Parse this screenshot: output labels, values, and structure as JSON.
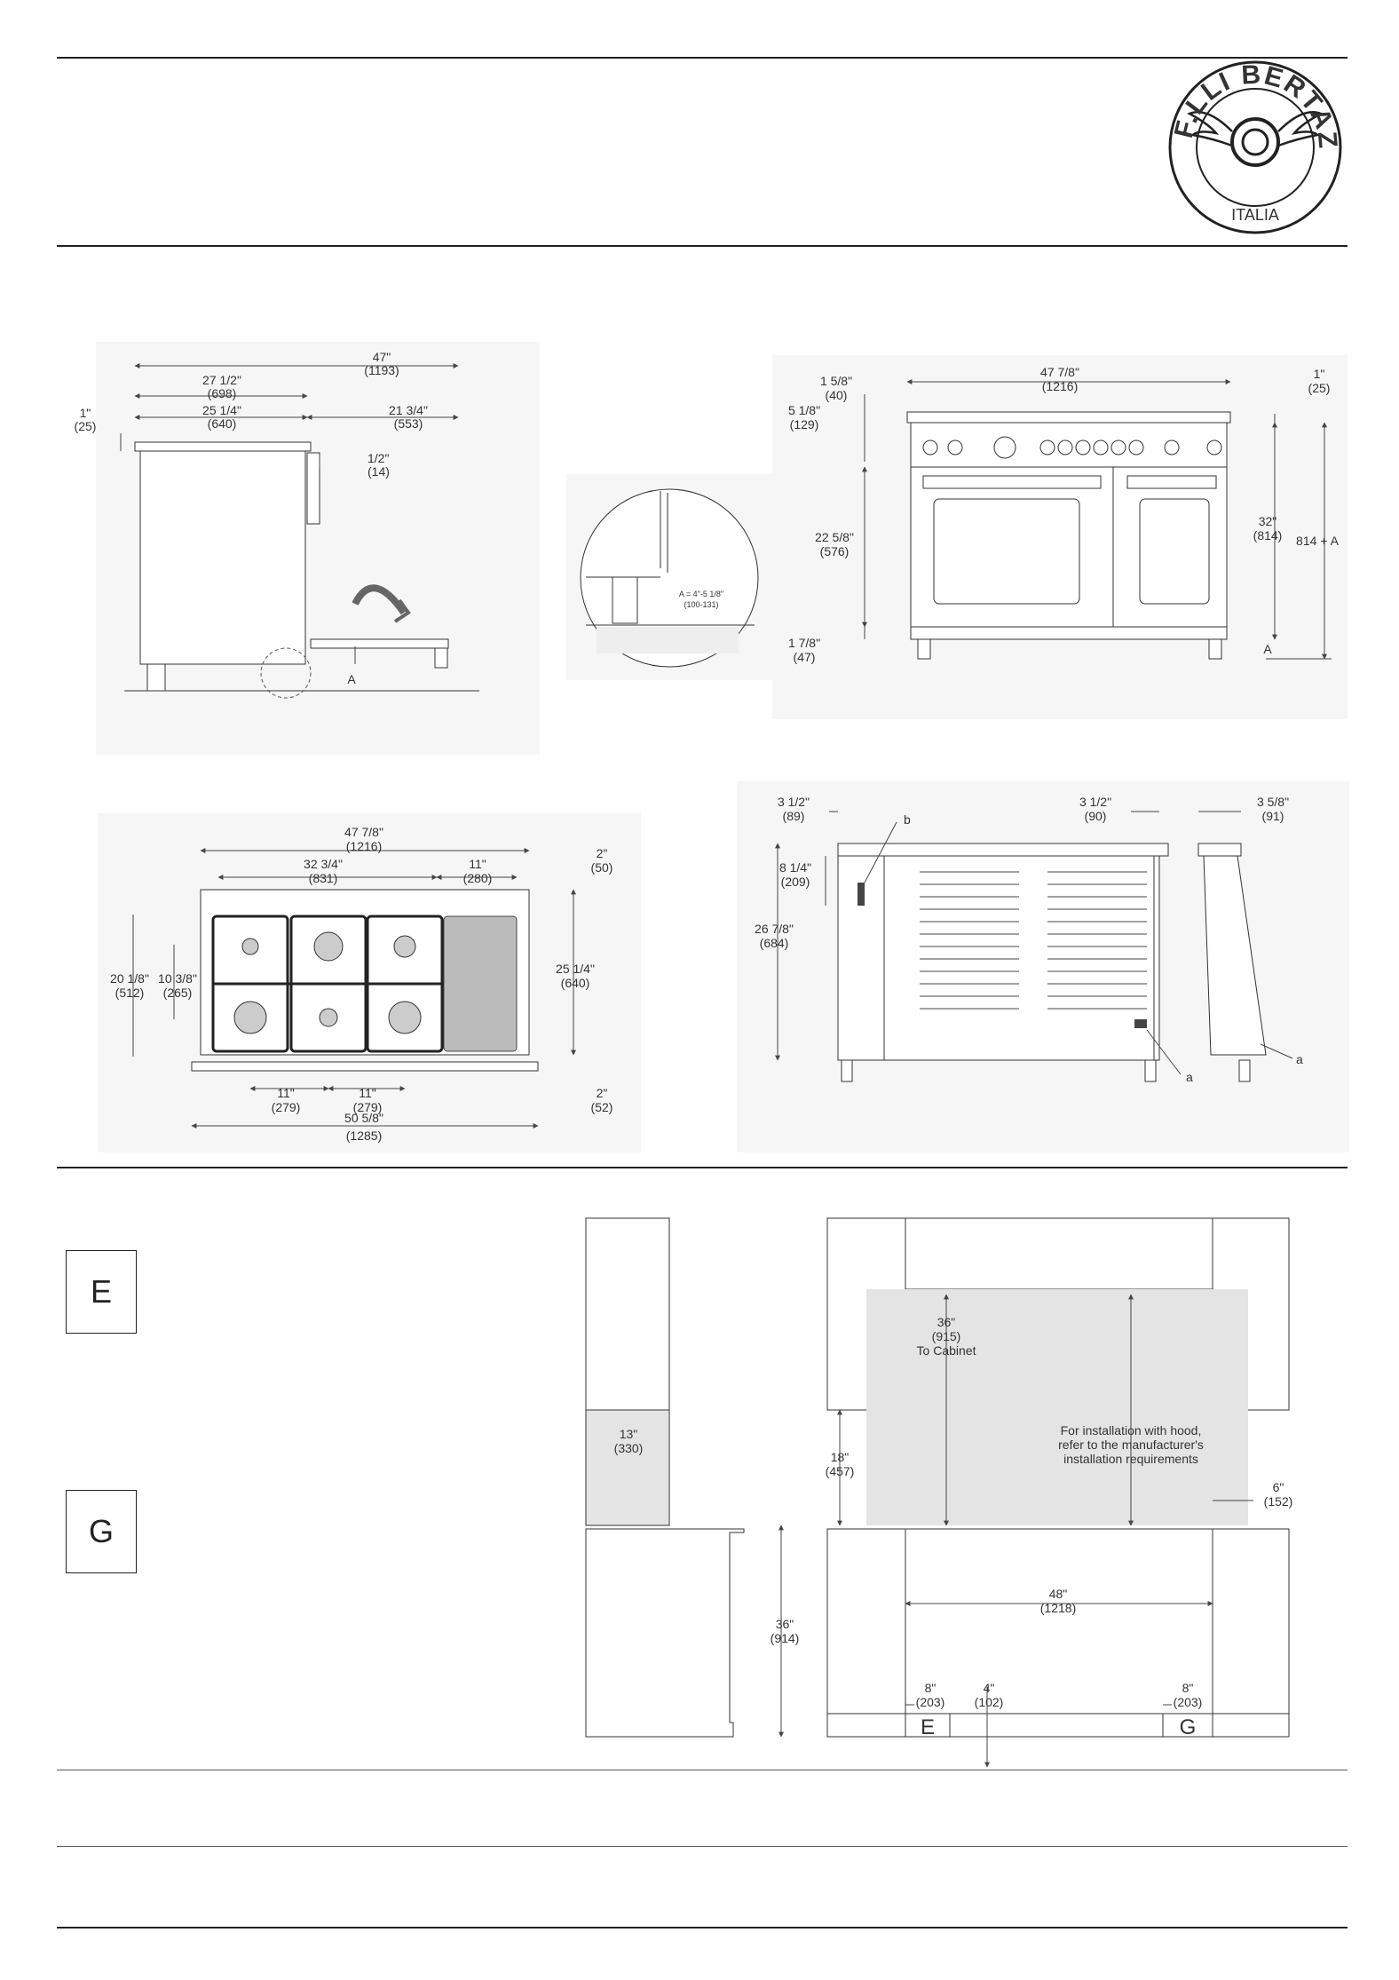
{
  "logo": {
    "text_top": "F.LLI BERTAZZONI",
    "text_bottom": "ITALIA"
  },
  "side_view": {
    "overall": [
      "47\"",
      "(1193)"
    ],
    "depth_a": [
      "27 1/2\"",
      "(698)"
    ],
    "depth_b": [
      "25 1/4\"",
      "(640)"
    ],
    "door_open": [
      "21 3/4\"",
      "(553)"
    ],
    "top_gap": [
      "1\"",
      "(25)"
    ],
    "knob_gap": [
      "1/2\"",
      "(14)"
    ],
    "leg": "A"
  },
  "detail": {
    "note": "A = 4\"-5 1/8\"",
    "note_mm": "(100-131)"
  },
  "front_view": {
    "width": [
      "47 7/8\"",
      "(1216)"
    ],
    "top": [
      "1 5/8\"",
      "(40)"
    ],
    "panel": [
      "5 1/8\"",
      "(129)"
    ],
    "oven": [
      "22 5/8\"",
      "(576)"
    ],
    "base": [
      "1 7/8\"",
      "(47)"
    ],
    "right_top": [
      "1\"",
      "(25)"
    ],
    "height": [
      "32\"",
      "(814)"
    ],
    "height_a": "814 + A",
    "leg": "A"
  },
  "top_view": {
    "width": [
      "47 7/8\"",
      "(1216)"
    ],
    "burners": [
      "32 3/4\"",
      "(831)"
    ],
    "griddle": [
      "11\"",
      "(280)"
    ],
    "back": [
      "2\"",
      "(50)"
    ],
    "depth": [
      "25 1/4\"",
      "(640)"
    ],
    "left_outer": [
      "20 1/8\"",
      "(512)"
    ],
    "left_inner": [
      "10 3/8\"",
      "(265)"
    ],
    "sp1": [
      "11\"",
      "(279)"
    ],
    "sp2": [
      "11\"",
      "(279)"
    ],
    "overall": [
      "50 5/8\"",
      "(1285)"
    ],
    "front": [
      "2\"",
      "(52)"
    ]
  },
  "rear_view": {
    "left": [
      "3 1/2\"",
      "(89)"
    ],
    "right": [
      "3 1/2\"",
      "(90)"
    ],
    "side": [
      "3 5/8\"",
      "(91)"
    ],
    "conn": [
      "8 1/4\"",
      "(209)"
    ],
    "height": [
      "26 7/8\"",
      "(684)"
    ],
    "label_a": "a",
    "label_b": "b"
  },
  "legend": {
    "e": "E",
    "g": "G"
  },
  "install": {
    "cabinet": [
      "36\"",
      "(915)",
      "To Cabinet"
    ],
    "wall": [
      "13\"",
      "(330)"
    ],
    "side": [
      "18\"",
      "(457)"
    ],
    "hood1": "For installation with hood,",
    "hood2": "refer to the manufacturer's",
    "hood3": "installation requirements",
    "right_gap": [
      "6\"",
      "(152)"
    ],
    "opening": [
      "48\"",
      "(1218)"
    ],
    "counter": [
      "36\"",
      "(914)"
    ],
    "e_off": [
      "8\"",
      "(203)"
    ],
    "center": [
      "4\"",
      "(102)"
    ],
    "g_off": [
      "8\"",
      "(203)"
    ],
    "e": "E",
    "g": "G"
  }
}
